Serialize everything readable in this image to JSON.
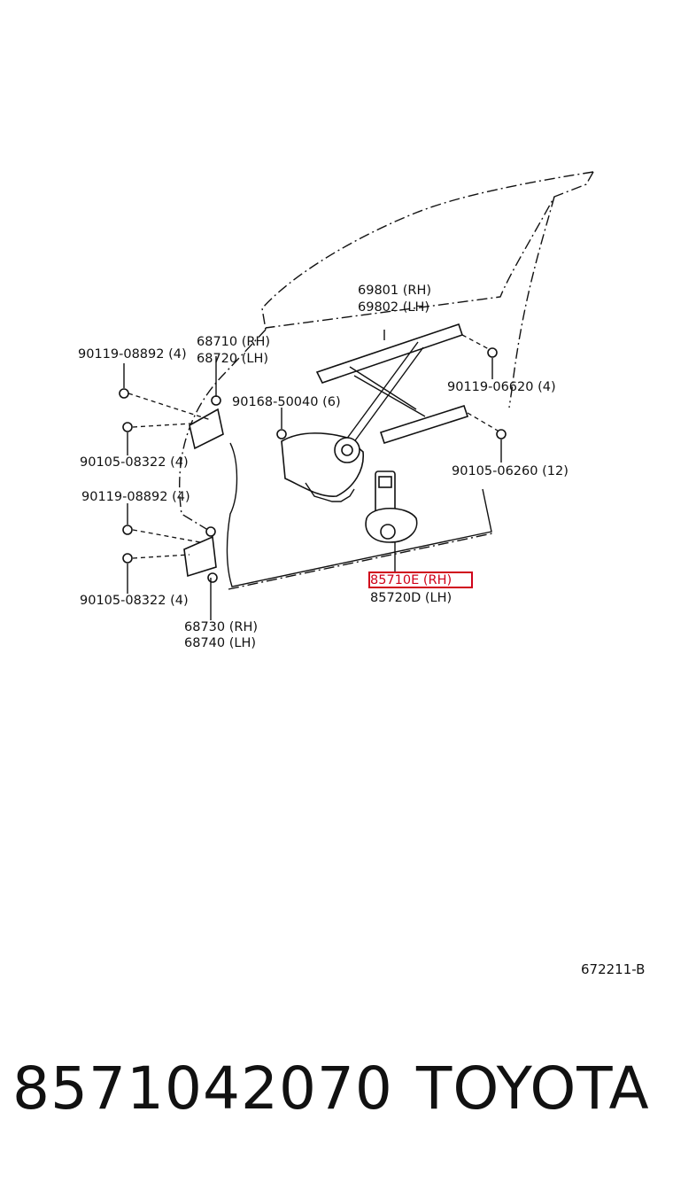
{
  "diagram": {
    "labels": {
      "rail_upper": "69801 (RH)",
      "rail_upper_lh": "69802 (LH)",
      "hinge_upper": "68710 (RH)",
      "hinge_upper_lh": "68720 (LH)",
      "bolt_a": "90119-08892 (4)",
      "nut_a": "90168-50040 (6)",
      "bolt_b": "90119-06620 (4)",
      "bolt_c": "90105-08322 (4)",
      "bolt_d": "90105-06260 (12)",
      "bolt_e": "90119-08892 (4)",
      "bolt_f": "90105-08322 (4)",
      "motor_rh": "85710E (RH)",
      "motor_lh": "85720D (LH)",
      "hinge_lower": "68730 (RH)",
      "hinge_lower_lh": "68740 (LH)"
    },
    "highlighted_part": "85710E (RH)",
    "highlight_color": "#d0021b",
    "diagram_code": "672211-B"
  },
  "footer": {
    "part_number": "8571042070",
    "brand": "TOYOTA"
  }
}
